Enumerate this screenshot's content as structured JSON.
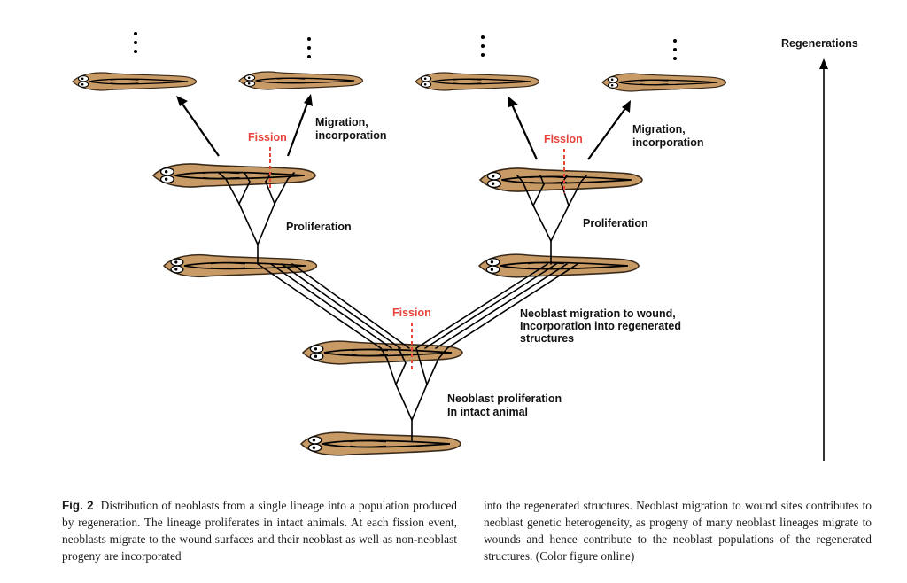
{
  "diagram": {
    "regenerations_label": "Regenerations",
    "fission_label": "Fission",
    "labels": {
      "migration_incorporation_left": [
        "Migration,",
        "incorporation"
      ],
      "migration_incorporation_right": [
        "Migration,",
        "incorporation"
      ],
      "proliferation_left": "Proliferation",
      "proliferation_right": "Proliferation",
      "neoblast_migration": [
        "Neoblast migration to wound,",
        "Incorporation into regenerated",
        "structures"
      ],
      "neoblast_proliferation": [
        "Neoblast proliferation",
        "In intact animal"
      ]
    },
    "colors": {
      "worm_fill": "#c89a66",
      "worm_stroke": "#3a2a1a",
      "fission_line": "#e8443a",
      "lineage": "#000000"
    }
  },
  "caption": {
    "fig_label": "Fig. 2",
    "left_text": "Distribution of neoblasts from a single lineage into a population produced by regeneration. The lineage proliferates in intact animals. At each fission event, neoblasts migrate to the wound surfaces and their neoblast as well as non-neoblast progeny are incorporated",
    "right_text": "into the regenerated structures. Neoblast migration to wound sites contributes to neoblast genetic heterogeneity, as progeny of many neoblast lineages migrate to wounds and hence contribute to the neoblast populations of the regenerated structures. (Color figure online)"
  }
}
